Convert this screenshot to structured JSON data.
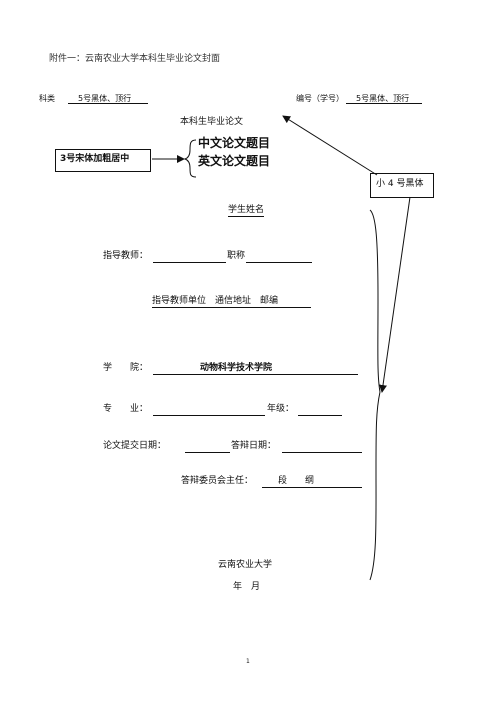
{
  "header": {
    "attachment_title": "附件一：云南农业大学本科生毕业论文封面"
  },
  "meta_row": {
    "category_label": "科类",
    "category_note": "5号黑体、顶行",
    "number_label": "编号（学号）",
    "number_note": "5号黑体、顶行"
  },
  "cover": {
    "thesis_type": "本科生毕业论文",
    "title_cn": "中文论文题目",
    "title_en": "英文论文题目",
    "title_note": "3号宋体加粗居中",
    "small4_note": "小 4 号黑体",
    "student_name": "学生姓名",
    "advisor_label": "指导教师：",
    "title_label": "职称",
    "advisor_unit_line": "指导教师单位　通信地址　邮编",
    "college_label": "学　　院：",
    "college_value": "动物科学技术学院",
    "major_label": "专　　业：",
    "grade_label": "年级：",
    "submit_date_label": "论文提交日期：",
    "defense_date_label": "答辩日期：",
    "committee_label": "答辩委员会主任：",
    "committee_value": "段　　纲",
    "university": "云南农业大学",
    "year_month": "年　月"
  },
  "footer": {
    "page_number": "1"
  }
}
